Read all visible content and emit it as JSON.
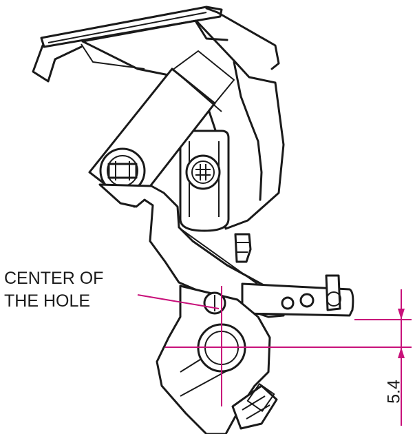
{
  "labels": {
    "line1": "CENTER OF",
    "line2": "THE HOLE"
  },
  "dimension": {
    "value": "5.4"
  },
  "colors": {
    "annotation": "#c8117a",
    "outline": "#1a1a1a",
    "background": "#ffffff"
  }
}
